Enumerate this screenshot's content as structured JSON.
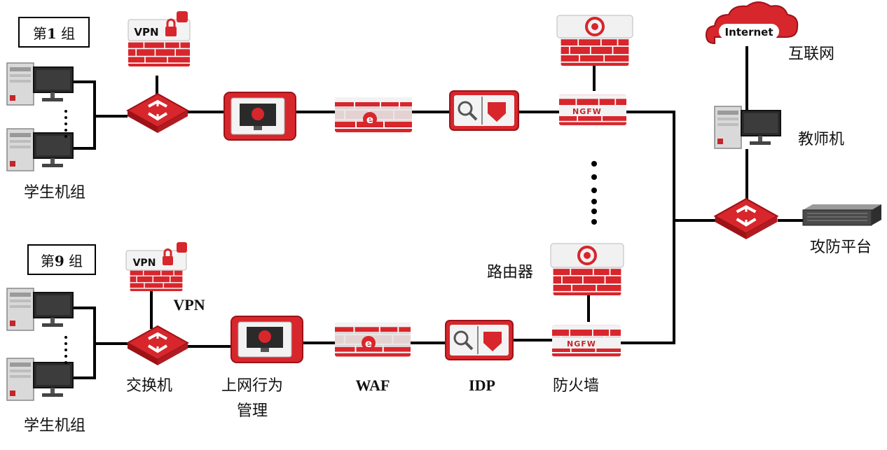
{
  "groups": [
    {
      "label_prefix": "第",
      "label_num": "1",
      "label_suffix": " 组",
      "students_label": "学生机组"
    },
    {
      "label_prefix": "第",
      "label_num": "9",
      "label_suffix": " 组",
      "students_label": "学生机组"
    }
  ],
  "labels": {
    "vpn": "VPN",
    "switch": "交换机",
    "behavior_mgmt_line1": "上网行为",
    "behavior_mgmt_line2": "管理",
    "waf": "WAF",
    "idp": "IDP",
    "firewall": "防火墙",
    "router": "路由器",
    "internet_cn": "互联网",
    "teacher": "教师机",
    "attack_platform": "攻防平台"
  },
  "device_text": {
    "vpn_badge": "VPN",
    "ngfw_badge": "NGFW",
    "internet_badge": "Internet",
    "waf_badge": "e"
  },
  "colors": {
    "device_red": "#d7262c",
    "device_dark_red": "#9c1217",
    "device_silver": "#e9e9e9",
    "line": "#000000"
  }
}
